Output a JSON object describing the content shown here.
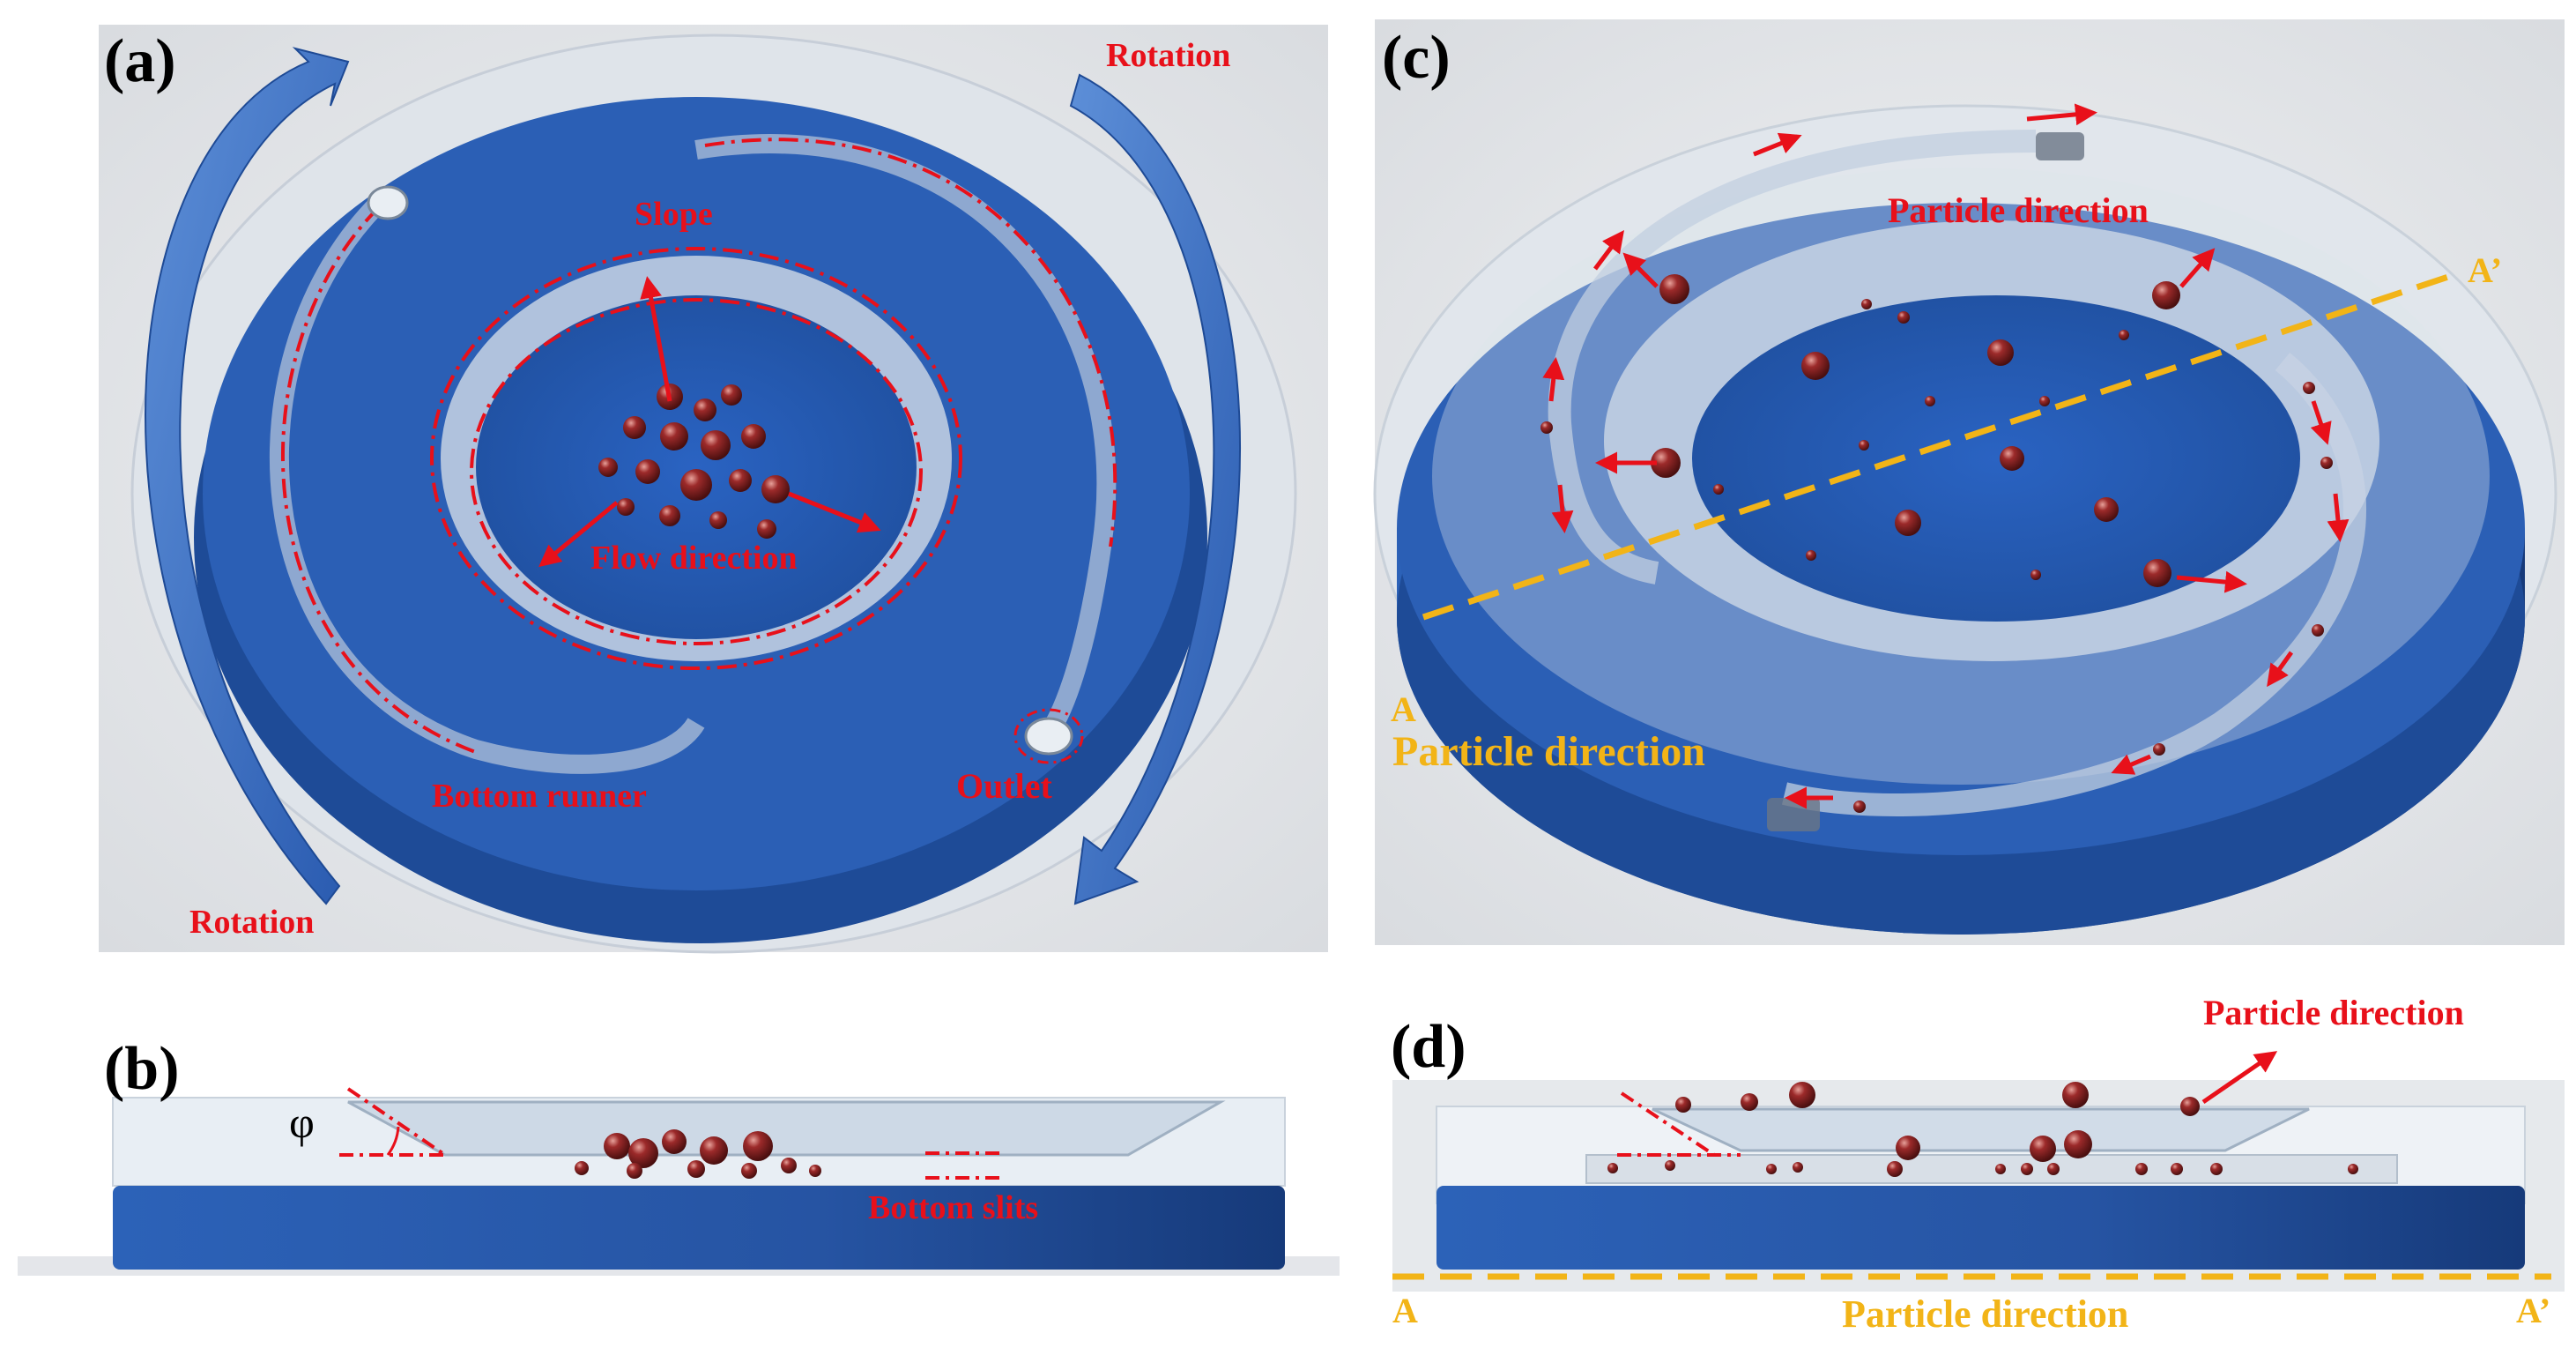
{
  "panels": {
    "a": {
      "label": "(a)",
      "rotation_top": "Rotation",
      "rotation_bottom": "Rotation",
      "slope": "Slope",
      "flow_direction": "Flow direction",
      "bottom_runner": "Bottom runner",
      "outlet": "Outlet"
    },
    "b": {
      "label": "(b)",
      "angle_symbol": "φ",
      "bottom_slits": "Bottom slits"
    },
    "c": {
      "label": "(c)",
      "particle_direction_top": "Particle direction",
      "particle_direction_bottom": "Particle direction",
      "section_start": "A",
      "section_end": "A’"
    },
    "d": {
      "label": "(d)",
      "particle_direction_top": "Particle direction",
      "particle_direction_bottom": "Particle direction",
      "section_start": "A",
      "section_end": "A’"
    }
  },
  "colors": {
    "disc_blue": "#2b5fb5",
    "disc_dark_blue": "#1a3f86",
    "annotation_red": "#e8101a",
    "section_gold": "#f2b417",
    "particle": "#8a2020",
    "glass": "#dfe6ee"
  }
}
